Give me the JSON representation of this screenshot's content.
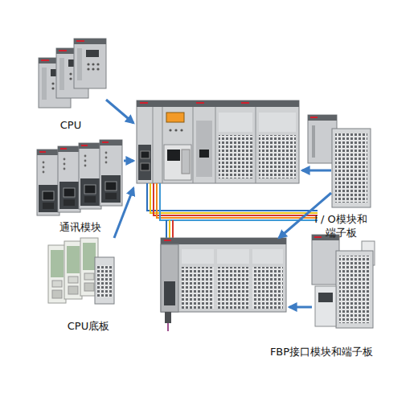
{
  "diagram": {
    "nodes": [
      {
        "text": [
          "CPU"
        ]
      },
      {
        "text": [
          "通讯模块"
        ]
      },
      {
        "text": [
          "CPU底板"
        ]
      },
      {
        "text": [
          "I / O模块和 端子板"
        ]
      },
      {
        "text": [
          "FBP接口模块和端子板"
        ]
      }
    ]
  }
}
